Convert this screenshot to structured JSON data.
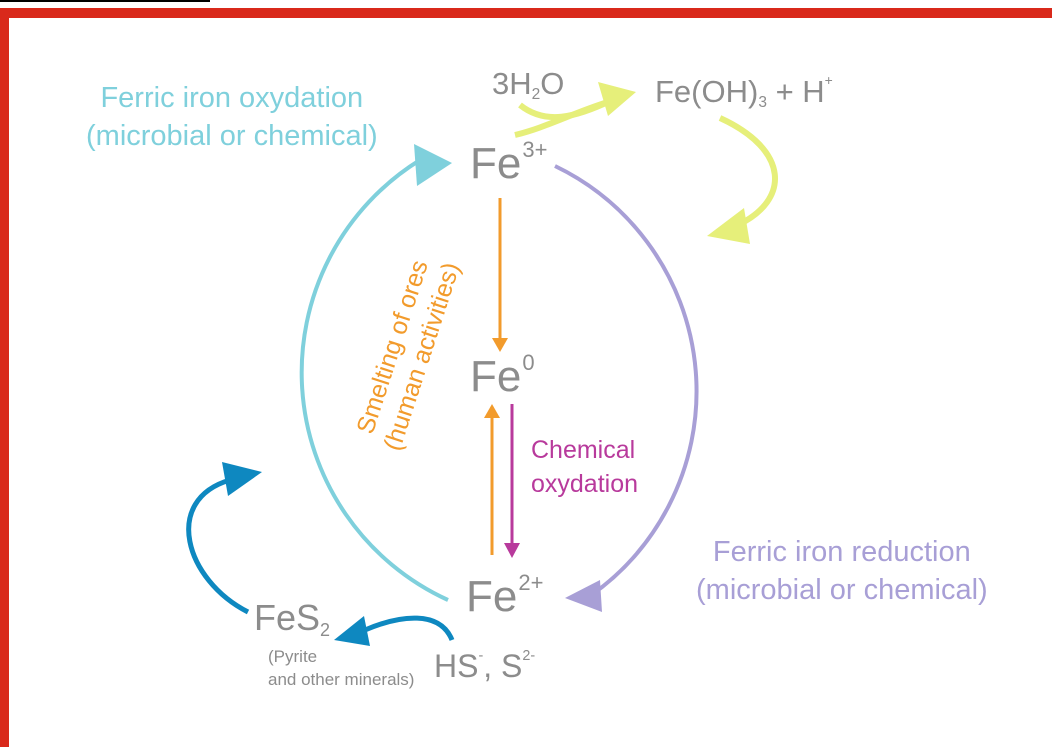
{
  "colors": {
    "frame": "#d9291b",
    "species": "#8c8c8c",
    "ferric_oxidation": "#7fd0dc",
    "ferric_reduction": "#a89fd6",
    "smelting": "#f29b2c",
    "chemical_oxidation": "#b83a9c",
    "hydrolysis": "#e6ef7a",
    "sulfide": "#0e88c0"
  },
  "species": {
    "fe3": {
      "base": "Fe",
      "charge": "3+"
    },
    "fe0": {
      "base": "Fe",
      "charge": "0"
    },
    "fe2": {
      "base": "Fe",
      "charge": "2+"
    },
    "water": {
      "coef": "3H",
      "sub": "2",
      "tail": "O"
    },
    "hydroxide": {
      "base": "Fe(OH)",
      "sub": "3",
      "plus": " + H",
      "charge": "+"
    },
    "pyrite": {
      "base": "FeS",
      "sub": "2",
      "note_line1": "(Pyrite",
      "note_line2": "and other minerals)"
    },
    "sulfide": {
      "hs": "HS",
      "hs_charge": "-",
      "sep": ", S",
      "s_charge": "2-"
    }
  },
  "labels": {
    "ferric_oxidation_line1": "Ferric iron oxydation",
    "ferric_oxidation_line2": "(microbial or chemical)",
    "ferric_reduction_line1": "Ferric iron reduction",
    "ferric_reduction_line2": "(microbial or chemical)",
    "smelting_line1": "Smelting of ores",
    "smelting_line2": "(human activities)",
    "chemical_oxidation_line1": "Chemical",
    "chemical_oxidation_line2": "oxydation"
  }
}
